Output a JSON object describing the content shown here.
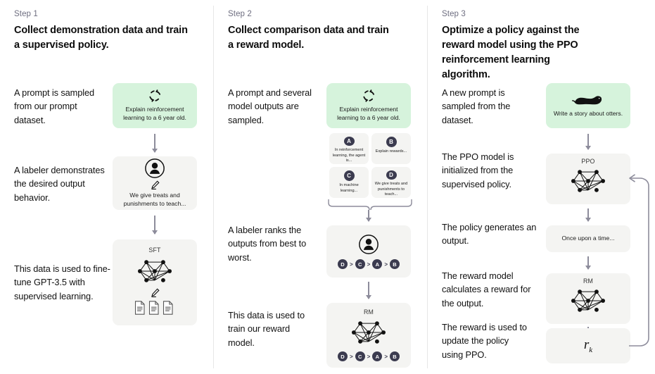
{
  "diagram": {
    "title": "RLHF three step training diagram",
    "accent_green": "#d6f3dc",
    "box_gray": "#f4f4f2",
    "arrow_color": "#8d8c9b",
    "badge_color": "#3b3b4f"
  },
  "columns": [
    {
      "step_label": "Step 1",
      "step_title": "Collect demonstration data and train a supervised policy.",
      "texts": [
        "A prompt is sampled from our prompt dataset.",
        "A labeler demonstrates the desired output behavior.",
        "This data is used to fine-tune GPT-3.5 with supervised learning."
      ],
      "prompt_box": {
        "caption": "Explain reinforcement learning to a 6 year old.",
        "icon": "refresh-icon"
      },
      "labeler_box": {
        "caption": "We give treats and punishments to teach...",
        "icon": "person-icon",
        "pencil": "pencil-icon"
      },
      "model_box": {
        "title": "SFT",
        "icon": "neural-network-icon",
        "pencil": "pencil-icon",
        "docs": "documents-icon"
      }
    },
    {
      "step_label": "Step 2",
      "step_title": "Collect comparison data and train a reward model.",
      "texts": [
        "A prompt and several model outputs are sampled.",
        "A labeler ranks the outputs from best to worst.",
        "This data is used to train our reward model."
      ],
      "prompt_box": {
        "caption": "Explain reinforcement learning to a 6 year old.",
        "icon": "refresh-icon"
      },
      "options": [
        {
          "letter": "A",
          "text": "In reinforcement learning, the agent is..."
        },
        {
          "letter": "B",
          "text": "Explain rewards..."
        },
        {
          "letter": "C",
          "text": "In machine learning..."
        },
        {
          "letter": "D",
          "text": "We give treats and punishments to teach..."
        }
      ],
      "rank_box": {
        "icon": "person-icon",
        "ranking": [
          "D",
          "C",
          "A",
          "B"
        ],
        "separator": ">"
      },
      "rm_box": {
        "title": "RM",
        "icon": "neural-network-icon",
        "ranking": [
          "D",
          "C",
          "A",
          "B"
        ],
        "separator": ">"
      }
    },
    {
      "step_label": "Step 3",
      "step_title": "Optimize a policy against the reward model using the PPO reinforcement learning algorithm.",
      "texts": [
        "A new prompt is sampled from the dataset.",
        "The PPO model is initialized from the supervised policy.",
        "The policy generates an output.",
        "The reward model calculates a reward for the output.",
        "The reward is used to update the policy using PPO."
      ],
      "prompt_box": {
        "caption": "Write a story about otters.",
        "icon": "otter-icon"
      },
      "ppo_box": {
        "title": "PPO",
        "icon": "neural-network-icon"
      },
      "output_box": {
        "caption": "Once upon a time..."
      },
      "rm_box": {
        "title": "RM",
        "icon": "neural-network-icon"
      },
      "reward_box": {
        "symbol": "r",
        "subscript": "k"
      }
    }
  ]
}
